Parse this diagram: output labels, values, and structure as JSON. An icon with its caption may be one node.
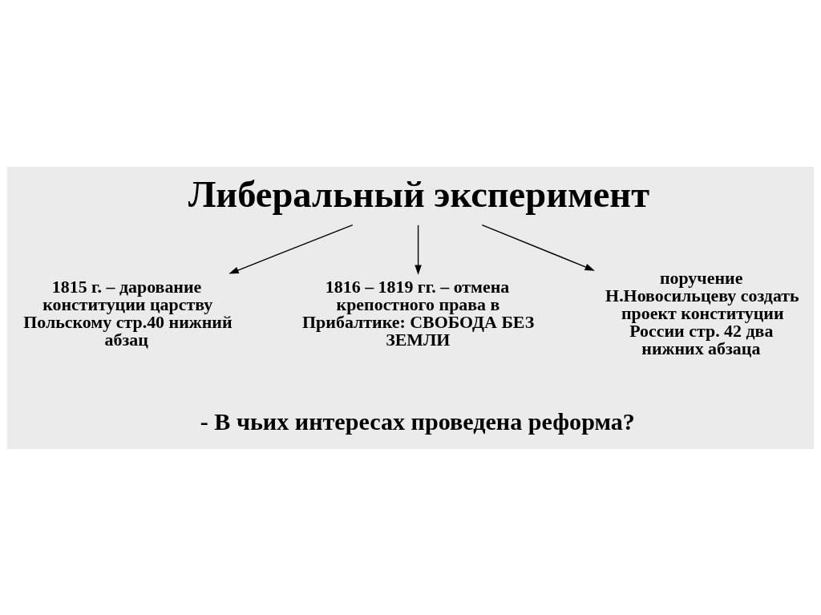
{
  "diagram": {
    "nodes": [
      {
        "text": [
          "Либеральный эксперимент"
        ]
      },
      {
        "text": [
          "1815 г. – дарование конституции царству Польскому стр.40 нижний абзац"
        ]
      },
      {
        "text": [
          "1816 – 1819 гг. – отмена крепостного права в Прибалтике: СВОБОДА БЕЗ ЗЕМЛИ"
        ]
      },
      {
        "text": [
          "поручение Н.Новосильцеву создать проект конституции России стр. 42 два нижних абзаца"
        ]
      }
    ],
    "edges": [
      {
        "from": 0,
        "to": 1,
        "arrow": "to"
      },
      {
        "from": 0,
        "to": 2,
        "arrow": "to"
      },
      {
        "from": 0,
        "to": 3,
        "arrow": "to"
      }
    ],
    "labels": [
      "- В чьих интересах проведена реформа?"
    ]
  }
}
